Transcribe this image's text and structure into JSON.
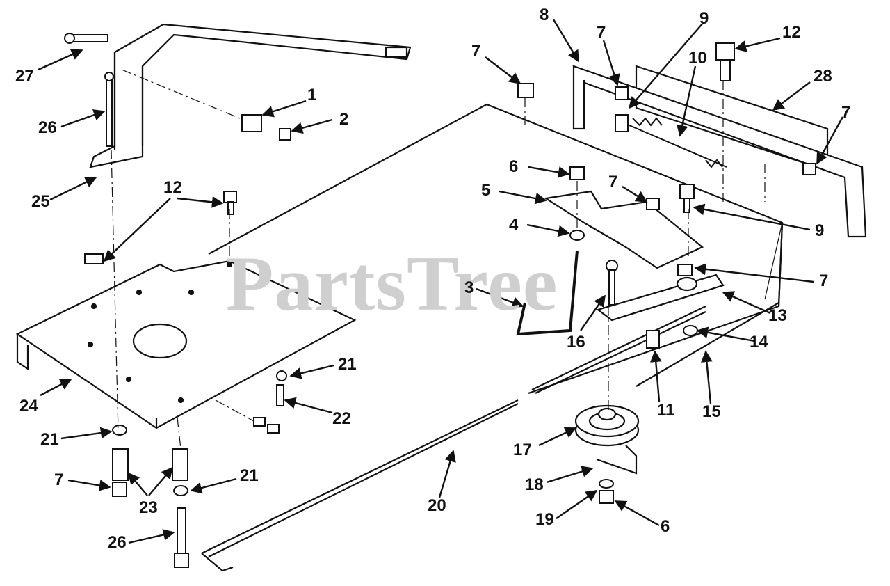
{
  "watermark": "PartsTree",
  "callouts": {
    "n1": "1",
    "n2": "2",
    "n3": "3",
    "n4": "4",
    "n5": "5",
    "n6": "6",
    "n7": "7",
    "n8": "8",
    "n9": "9",
    "n10": "10",
    "n11": "11",
    "n12": "12",
    "n13": "13",
    "n14": "14",
    "n15": "15",
    "n16": "16",
    "n17": "17",
    "n18": "18",
    "n19": "19",
    "n20": "20",
    "n21": "21",
    "n22": "22",
    "n23": "23",
    "n24": "24",
    "n25": "25",
    "n26": "26",
    "n27": "27",
    "n28": "28"
  }
}
